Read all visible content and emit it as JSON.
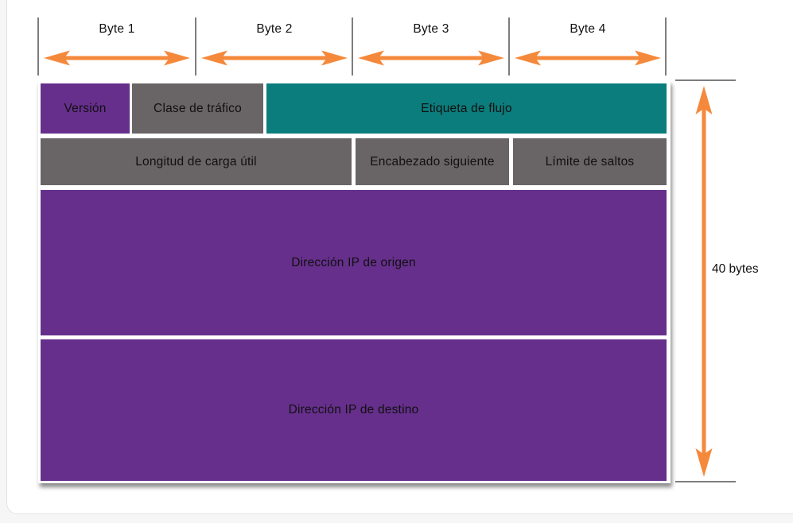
{
  "byte_scale": {
    "labels": [
      "Byte 1",
      "Byte 2",
      "Byte 3",
      "Byte 4"
    ]
  },
  "fields": {
    "version": {
      "label": "Versión",
      "color": "#662f8c"
    },
    "traffic_class": {
      "label": "Clase de tráfico",
      "color": "#696465"
    },
    "flow_label": {
      "label": "Etiqueta de flujo",
      "color": "#0b7d7c"
    },
    "payload_length": {
      "label": "Longitud de carga útil",
      "color": "#696465"
    },
    "next_header": {
      "label": "Encabezado siguiente",
      "color": "#696465"
    },
    "hop_limit": {
      "label": "Límite de saltos",
      "color": "#696465"
    },
    "source_address": {
      "label": "Dirección IP de origen",
      "color": "#662f8c"
    },
    "destination_address": {
      "label": "Dirección IP de destino",
      "color": "#662f8c"
    }
  },
  "size_indicator": {
    "label": "40 bytes"
  },
  "colors": {
    "arrow_orange": "#f5893b",
    "tick_gray": "#7d7d7d",
    "text": "#111111",
    "card_background": "#ffffff",
    "page_background": "#f6f6f6"
  }
}
